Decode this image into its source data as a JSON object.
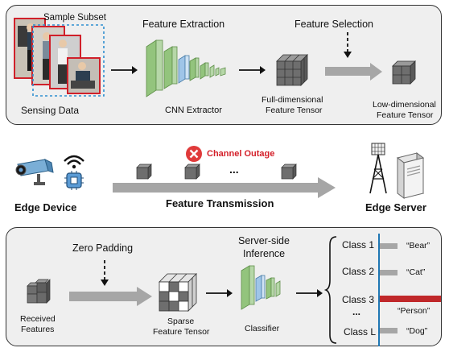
{
  "top_panel": {
    "sample_subset": "Sample Subset",
    "sensing_data": "Sensing Data",
    "feature_extraction": "Feature Extraction",
    "cnn_extractor": "CNN Extractor",
    "feature_selection": "Feature Selection",
    "full_tensor": [
      "Full-dimensional",
      "Feature Tensor"
    ],
    "low_tensor": [
      "Low-dimensional",
      "Feature Tensor"
    ]
  },
  "middle": {
    "edge_device": "Edge Device",
    "channel_outage": "Channel Outage",
    "ellipsis": "...",
    "feature_transmission": "Feature Transmission",
    "edge_server": "Edge Server"
  },
  "bottom_panel": {
    "zero_padding": "Zero Padding",
    "server_side": [
      "Server-side",
      "Inference"
    ],
    "received": [
      "Received",
      "Features"
    ],
    "sparse": [
      "Sparse",
      "Feature Tensor"
    ],
    "classifier": "Classifier",
    "classes": [
      {
        "label": "Class 1",
        "output": "“Bear”"
      },
      {
        "label": "Class 2",
        "output": "“Cat”"
      },
      {
        "label": "Class 3",
        "output": "“Person”"
      },
      {
        "label": "Class L",
        "output": "“Dog”"
      }
    ],
    "class_ellipsis": "..."
  },
  "colors": {
    "panel_bg": "#efefef",
    "arrow_gray": "#a6a6a6",
    "cnn_green": "#93c47d",
    "cnn_blue": "#9fc5e8",
    "winner_red": "#c0282a",
    "axis_blue": "#1f77b4",
    "photo_border_red": "#d0202a",
    "subset_blue": "#2f8fd0"
  }
}
